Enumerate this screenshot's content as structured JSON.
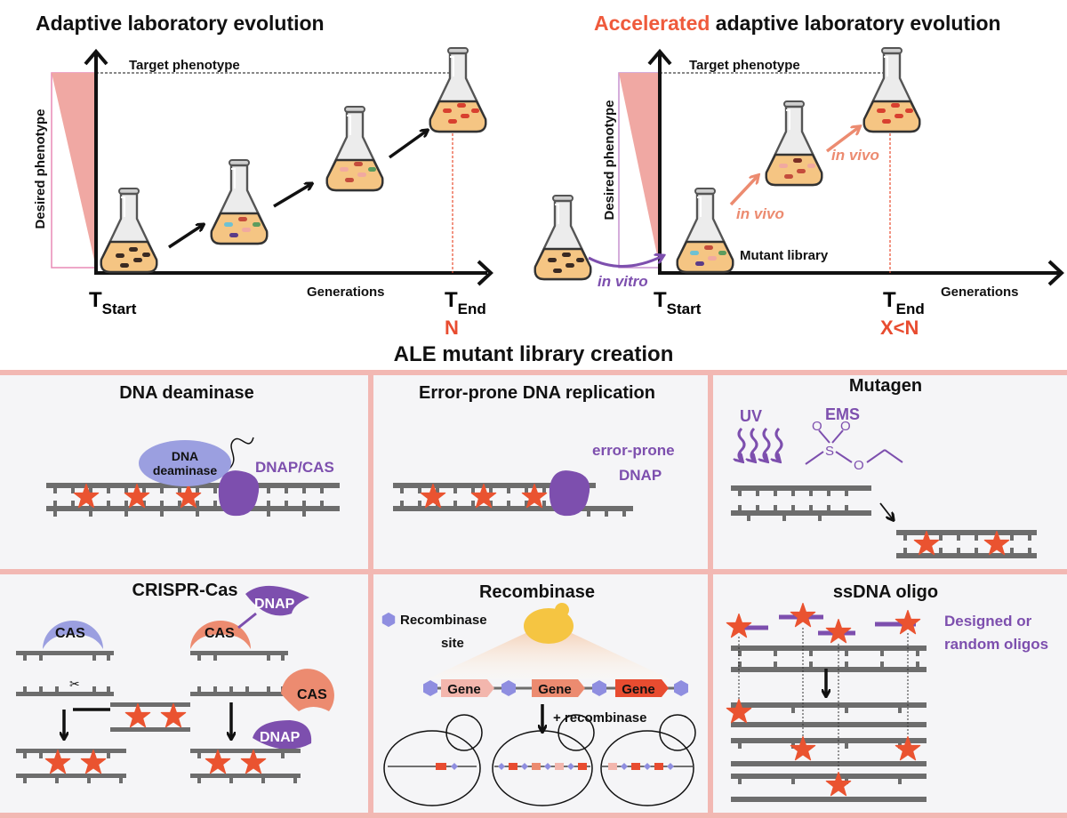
{
  "colors": {
    "accent": "#ef5a3c",
    "purple": "#7d4fae",
    "lavender": "#9b9fe0",
    "salmon": "#ec8b70",
    "panel_bg": "#f5f5f7",
    "panel_border": "#f2b8b3",
    "dna": "#6d6d6d",
    "star": "#ea5330"
  },
  "top": {
    "left": {
      "title": "Adaptive laboratory evolution",
      "target": "Target phenotype",
      "ylabel": "Desired phenotype",
      "xlabel": "Generations",
      "t_start": "T",
      "t_start_sub": "Start",
      "t_end": "T",
      "t_end_sub": "End",
      "n_label": "N"
    },
    "right": {
      "title_accent": "Accelerated",
      "title_rest": " adaptive laboratory evolution",
      "target": "Target phenotype",
      "ylabel": "Desired phenotype",
      "xlabel": "Generations",
      "t_start": "T",
      "t_start_sub": "Start",
      "t_end": "T",
      "t_end_sub": "End",
      "n_label": "X<N",
      "in_vitro": "in vitro",
      "in_vivo_1": "in vivo",
      "in_vivo_2": "in vivo",
      "mutant_library": "Mutant library"
    }
  },
  "section_title": "ALE mutant library creation",
  "panels": {
    "deaminase": {
      "title": "DNA deaminase",
      "enzyme_line1": "DNA",
      "enzyme_line2": "deaminase",
      "dnap_cas": "DNAP/CAS"
    },
    "error_prone": {
      "title": "Error-prone DNA replication",
      "line1": "error-prone",
      "line2": "DNAP"
    },
    "mutagen": {
      "title": "Mutagen",
      "uv": "UV",
      "ems": "EMS",
      "atom_s": "S",
      "atom_o1": "O",
      "atom_o2": "O",
      "atom_o3": "O"
    },
    "crispr": {
      "title": "CRISPR-Cas",
      "cas1": "CAS",
      "cas2": "CAS",
      "cas3": "CAS",
      "dnap1": "DNAP",
      "dnap2": "DNAP"
    },
    "recombinase": {
      "title": "Recombinase",
      "legend_line1": "Recombinase",
      "legend_line2": "site",
      "gene1": "Gene",
      "gene2": "Gene",
      "gene3": "Gene",
      "plus": "+ recombinase"
    },
    "ssdna": {
      "title": "ssDNA oligo",
      "line1": "Designed or",
      "line2": "random oligos"
    }
  }
}
